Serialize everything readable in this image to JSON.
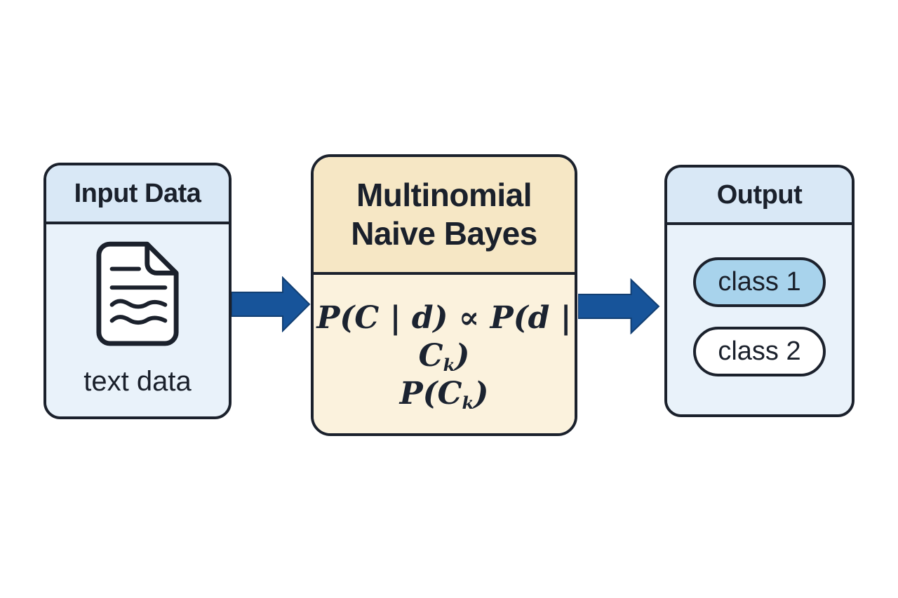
{
  "colors": {
    "outline": "#1b212c",
    "text": "#1a202b",
    "arrow": "#17549a",
    "arrow_edge": "#123f73",
    "blue_header": "#d9e8f6",
    "blue_body": "#e9f2fa",
    "tan_header": "#f6e7c5",
    "tan_body": "#fbf2dd",
    "class1_fill": "#a8d3ec",
    "class2_fill": "#ffffff",
    "page_bg": "#ffffff"
  },
  "input_box": {
    "title": "Input Data",
    "caption": "text data",
    "icon": "document-icon"
  },
  "model_box": {
    "title_lines": [
      "Multinomial",
      "Naive Bayes"
    ],
    "formula_line1": [
      "P(C | d) ∝ P(d | C",
      "k",
      ")"
    ],
    "formula_line2": [
      "P(C",
      "k",
      ")"
    ]
  },
  "output_box": {
    "title": "Output",
    "class_labels": [
      "class 1",
      "class 2"
    ]
  }
}
